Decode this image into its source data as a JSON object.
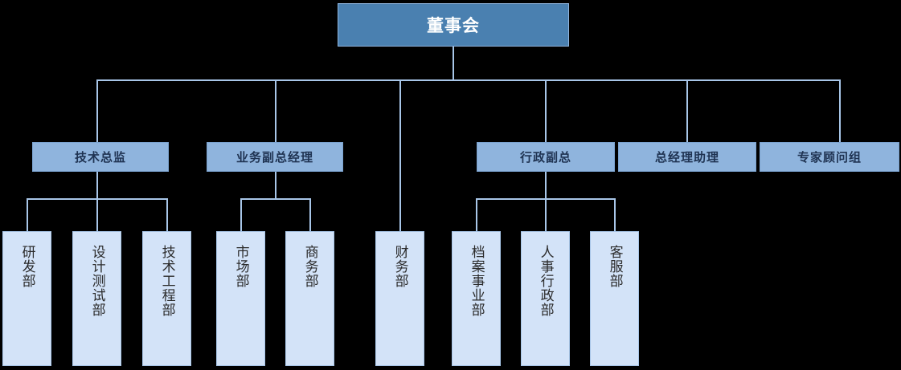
{
  "chart_title": "",
  "palette": {
    "background": "#000000",
    "root_fill": "#4a80b0",
    "root_text": "#ffffff",
    "level2_fill": "#8fb4dd",
    "level2_text": "#1f3352",
    "level3_fill": "#d3e3f8",
    "level3_text": "#2b2b2b",
    "connector": "#a8c6e8"
  },
  "org": {
    "root": {
      "label": "董事会"
    },
    "level2": [
      {
        "label": "技术总监"
      },
      {
        "label": "业务副总经理"
      },
      {
        "label": "行政副总"
      },
      {
        "label": "总经理助理"
      },
      {
        "label": "专家顾问组"
      }
    ],
    "level3": [
      {
        "label": "研发部",
        "parent": "技术总监"
      },
      {
        "label": "设计测试部",
        "parent": "技术总监"
      },
      {
        "label": "技术工程部",
        "parent": "技术总监"
      },
      {
        "label": "市场部",
        "parent": "业务副总经理"
      },
      {
        "label": "商务部",
        "parent": "业务副总经理"
      },
      {
        "label": "财务部",
        "parent": "董事会"
      },
      {
        "label": "档案事业部",
        "parent": "行政副总"
      },
      {
        "label": "人事行政部",
        "parent": "行政副总"
      },
      {
        "label": "客服部",
        "parent": "行政副总"
      }
    ]
  }
}
